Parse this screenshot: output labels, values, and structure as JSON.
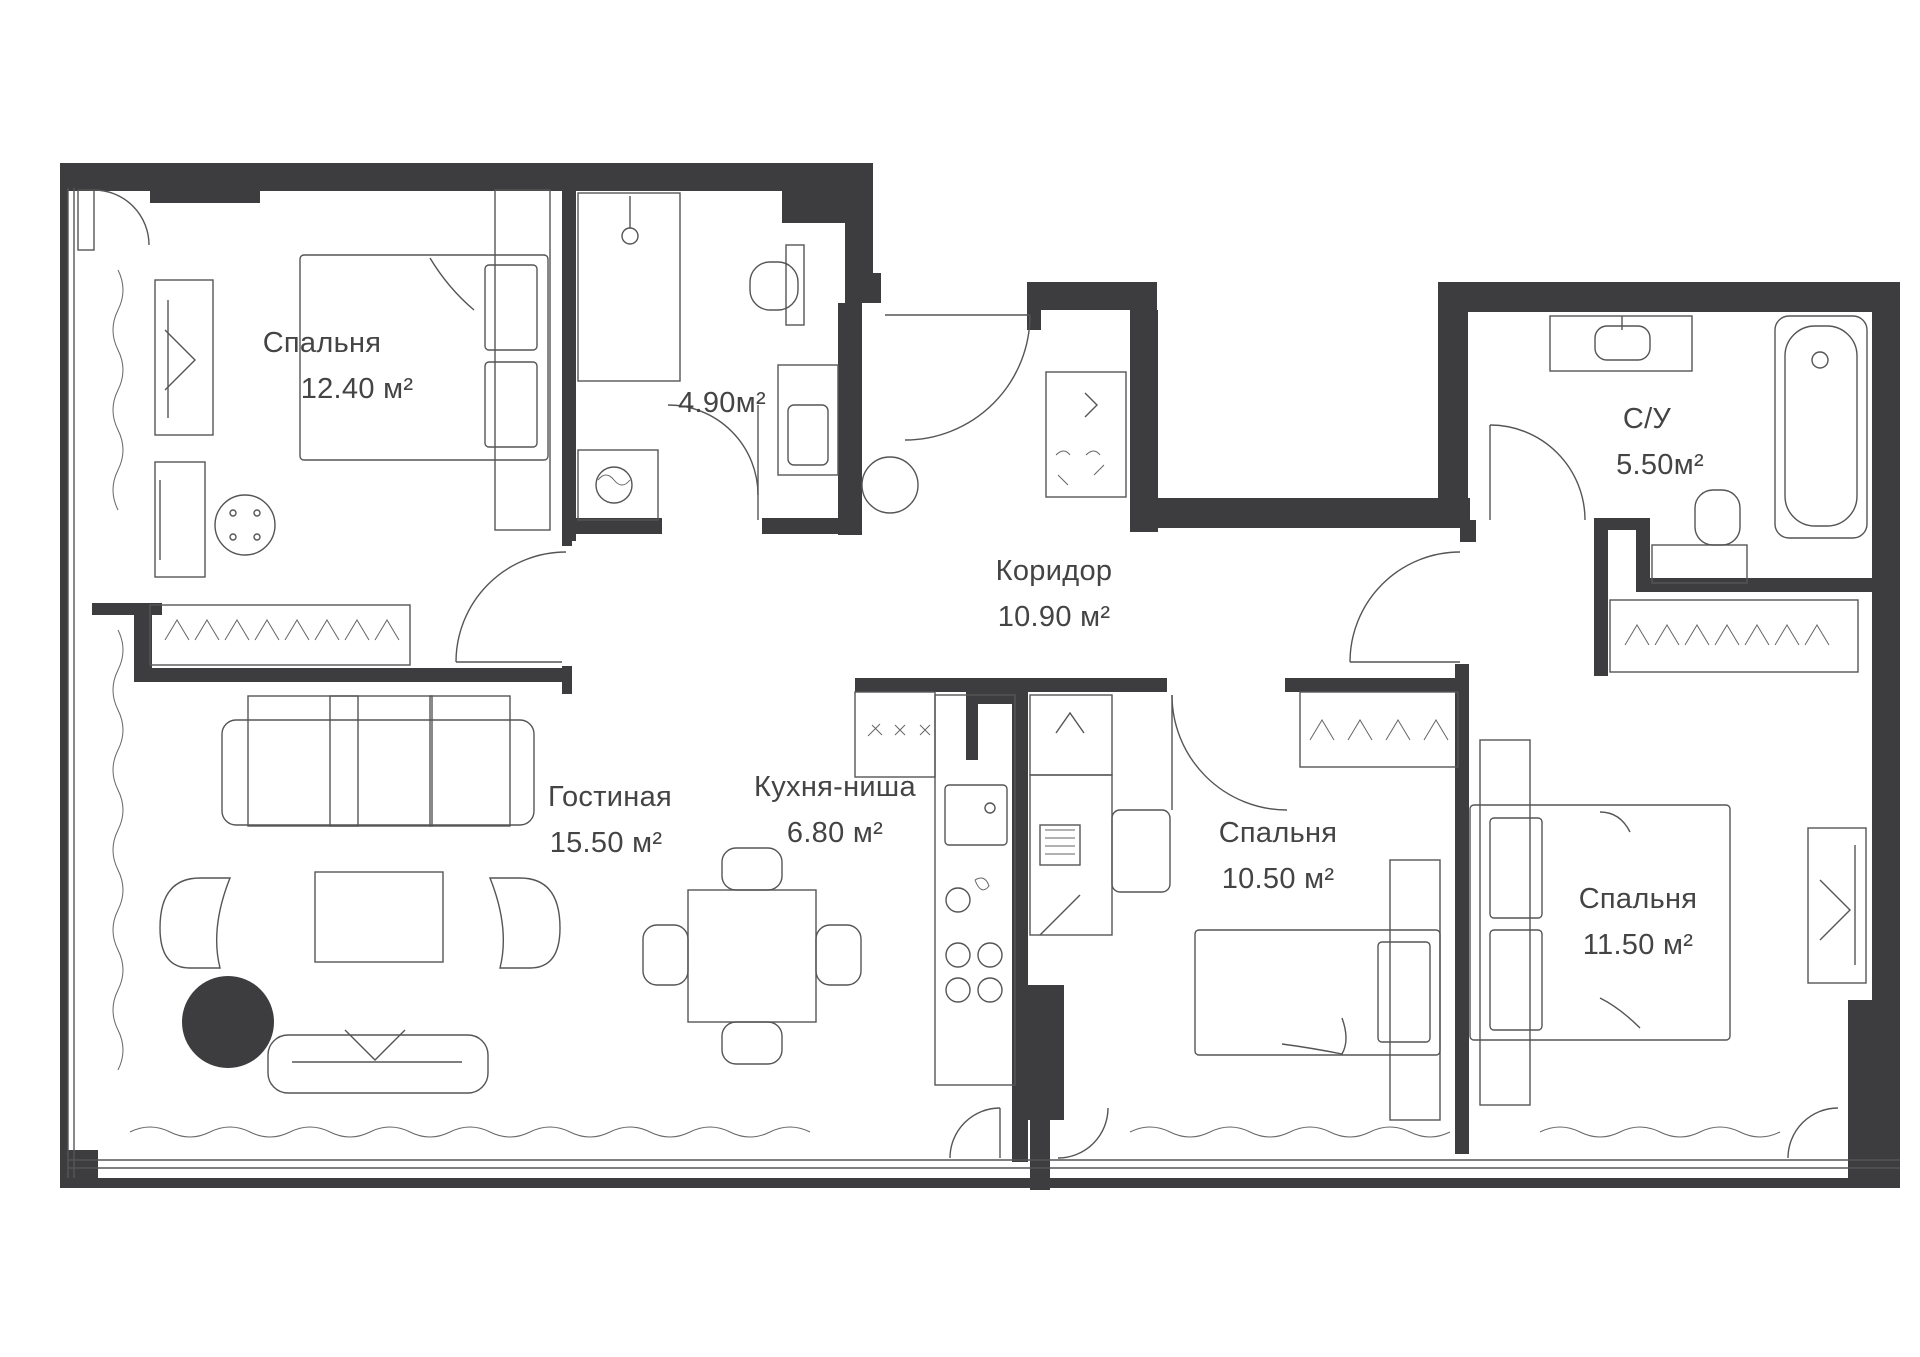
{
  "rooms": {
    "bedroom_1": {
      "name": "Спальня",
      "area": "12.40 м²"
    },
    "bathroom_1": {
      "name": "",
      "area": "4.90м²"
    },
    "corridor": {
      "name": "Коридор",
      "area": "10.90 м²"
    },
    "bathroom_2": {
      "name": "С/У",
      "area": "5.50м²"
    },
    "living_room": {
      "name": "Гостиная",
      "area": "15.50 м²"
    },
    "kitchen": {
      "name": "Кухня-ниша",
      "area": "6.80 м²"
    },
    "bedroom_2": {
      "name": "Спальня",
      "area": "10.50 м²"
    },
    "bedroom_3": {
      "name": "Спальня",
      "area": "11.50 м²"
    }
  },
  "colors": {
    "wall": "#3d3d3f",
    "line": "#555555",
    "background": "#ffffff"
  }
}
